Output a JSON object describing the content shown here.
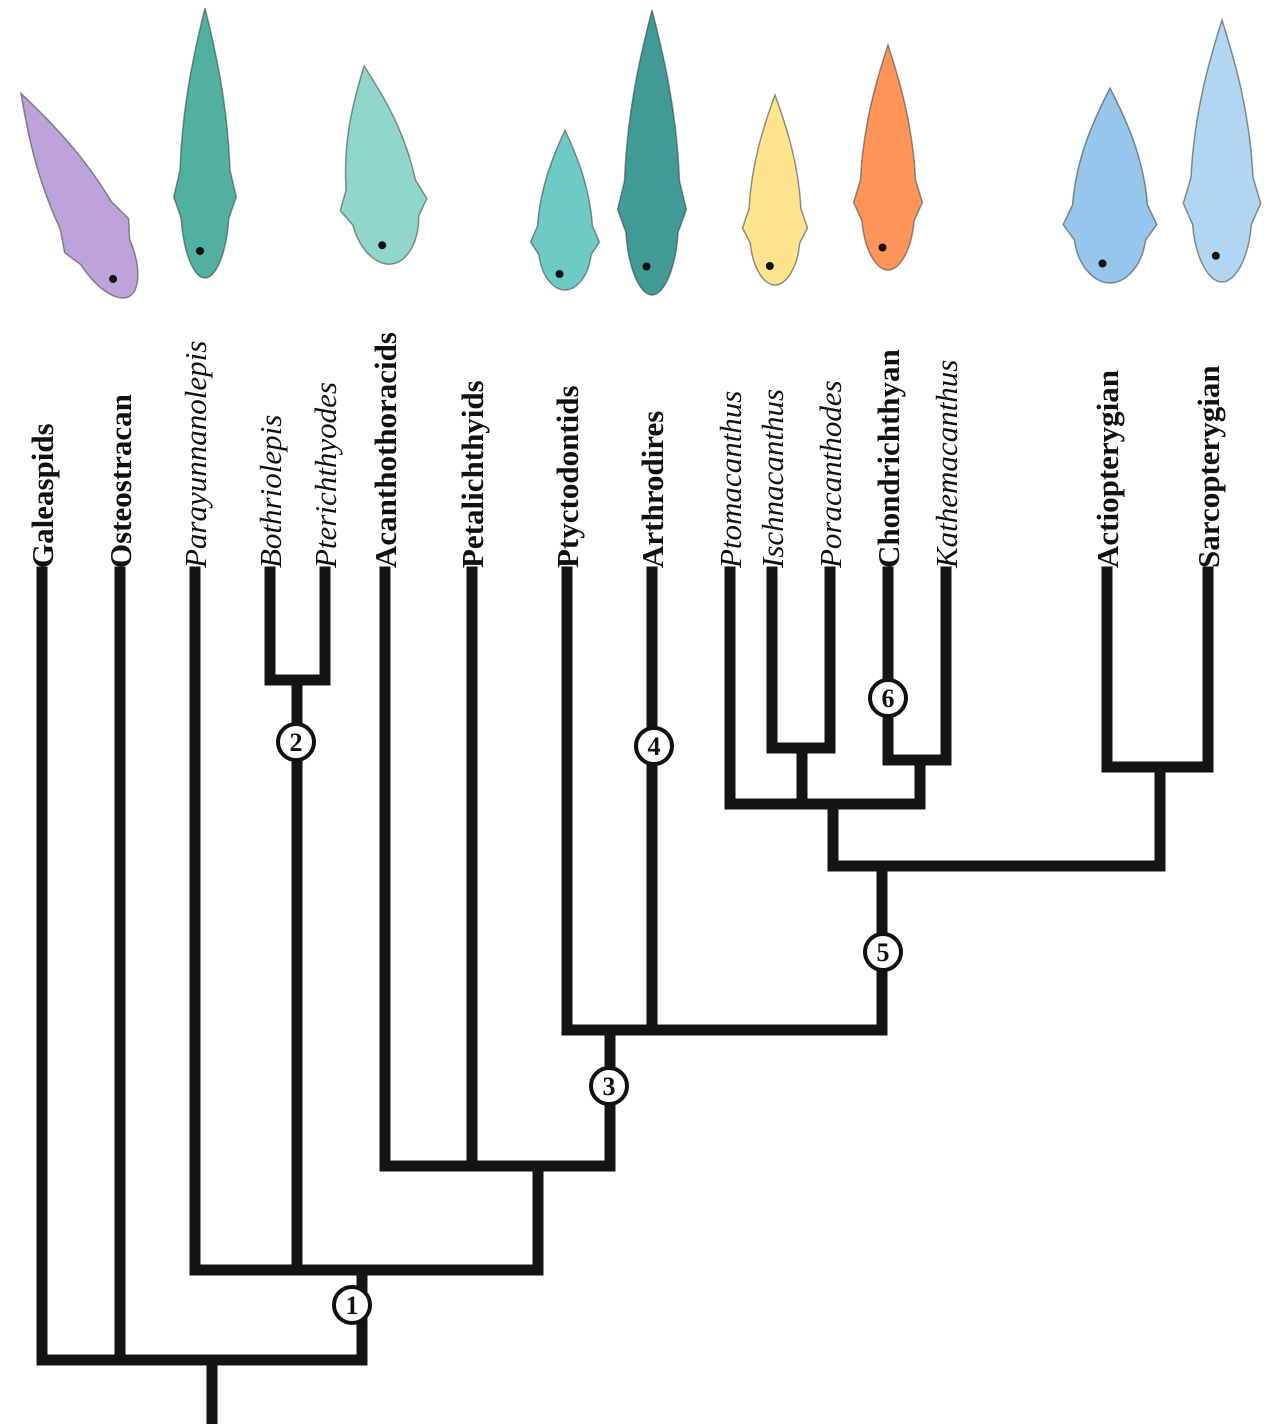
{
  "diagram": {
    "taxa": [
      {
        "id": "galeaspids",
        "name": "Galeaspids",
        "style": "bold",
        "silhouette_color": "#b79ad8"
      },
      {
        "id": "osteostracan",
        "name": "Osteostracan",
        "style": "bold"
      },
      {
        "id": "parayunnanolepis",
        "name": "Parayunnanolepis",
        "style": "italic",
        "silhouette_color": "#3fa894"
      },
      {
        "id": "bothriolepis",
        "name": "Bothriolepis",
        "style": "italic"
      },
      {
        "id": "pterichthyodes",
        "name": "Pterichthyodes",
        "style": "italic"
      },
      {
        "id": "acanthothoracids",
        "name": "Acanthothoracids",
        "style": "bold",
        "silhouette_color": "#86d3c4"
      },
      {
        "id": "petalichthyids",
        "name": "Petalichthyids",
        "style": "bold"
      },
      {
        "id": "ptyctodontids",
        "name": "Ptyctodontids",
        "style": "bold",
        "silhouette_color": "#5fc6bd"
      },
      {
        "id": "arthrodires",
        "name": "Arthrodires",
        "style": "bold",
        "silhouette_color": "#2c918b"
      },
      {
        "id": "ptomacanthus",
        "name": "Ptomacanthus",
        "style": "italic"
      },
      {
        "id": "ischnacanthus",
        "name": "Ischnacanthus",
        "style": "italic",
        "silhouette_color": "#ffe083"
      },
      {
        "id": "poracanthodes",
        "name": "Poracanthodes",
        "style": "italic"
      },
      {
        "id": "chondrichthyan",
        "name": "Chondrichthyan",
        "style": "bold",
        "silhouette_color": "#ff8a4a"
      },
      {
        "id": "kathemacanthus",
        "name": "Kathemacanthus",
        "style": "italic"
      },
      {
        "id": "actiopterygian",
        "name": "Actiopterygian",
        "style": "bold",
        "silhouette_color": "#8cc0ec"
      },
      {
        "id": "sarcopterygian",
        "name": "Sarcopterygian",
        "style": "bold",
        "silhouette_color": "#a9d2f2"
      }
    ],
    "node_labels": [
      "1",
      "2",
      "3",
      "4",
      "5",
      "6"
    ]
  }
}
